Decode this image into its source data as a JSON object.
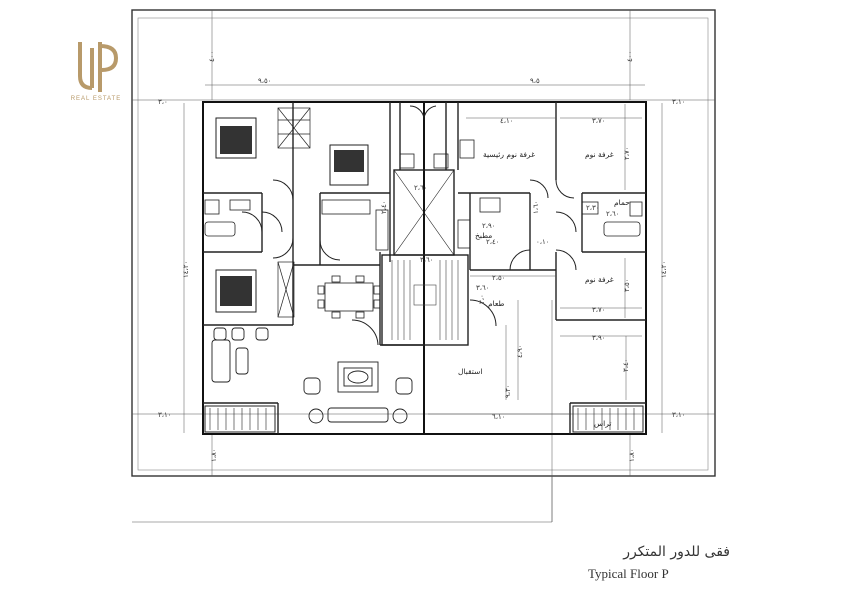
{
  "brand": {
    "mark": "UP",
    "name": "REAL ESTATE",
    "accent_color": "#b89a6a"
  },
  "dimensions": {
    "top_total": "٤٠٠",
    "left_width": "٩،٥٠",
    "right_width": "٩،٥",
    "offset_left_top": "٣،٠",
    "offset_right_top": "٣،١٠",
    "offset_left_bottom": "٣،١٠",
    "offset_right_bottom": "٣،١٠",
    "height_left": "١٤،٢٠",
    "height_right": "١٤،٢٠",
    "bottom_left": "١،٨٠",
    "bottom_right": "١،٨٠",
    "master_w": "٤،١٠",
    "bed2_w": "٣،٧٠",
    "bed2_h": "٢،٧٠",
    "elev_w": "٢،٦٠",
    "elev_h": "٢،٤٠",
    "bath_w": "٢،٦٠",
    "bath_h": "٢،٣٠",
    "kitchen_w": "٢،٩٠",
    "kitchen_a": "١،٦٠",
    "kitchen_b": "٢،٤٠",
    "kitchen_c": "٠،١٠",
    "stair_w": "٣،٦٠",
    "dining_w": "٢،٥٠",
    "dining_d": "٣،٦٠",
    "bed3_h": "٣،٥٠",
    "bed3_w": "٣،٧٠",
    "dining_h": "٣،٠",
    "hall_w": "٣،٩٠",
    "hall_h": "٣،٤٠",
    "reception_h": "٩،٣٠",
    "reception_h2": "٤،٩٠",
    "balcony_w": "٦،١٠"
  },
  "rooms": {
    "master_bedroom": "غرفة نوم رئيسية",
    "bedroom_1": "غرفة نوم",
    "bedroom_2": "غرفة نوم",
    "bathroom": "حمام",
    "kitchen": "مطبخ",
    "dining": "طعام",
    "reception": "استقبال",
    "balcony": "تراس"
  },
  "title": {
    "arabic": "فقى للدور المتكرر",
    "english": "Typical Floor P"
  }
}
